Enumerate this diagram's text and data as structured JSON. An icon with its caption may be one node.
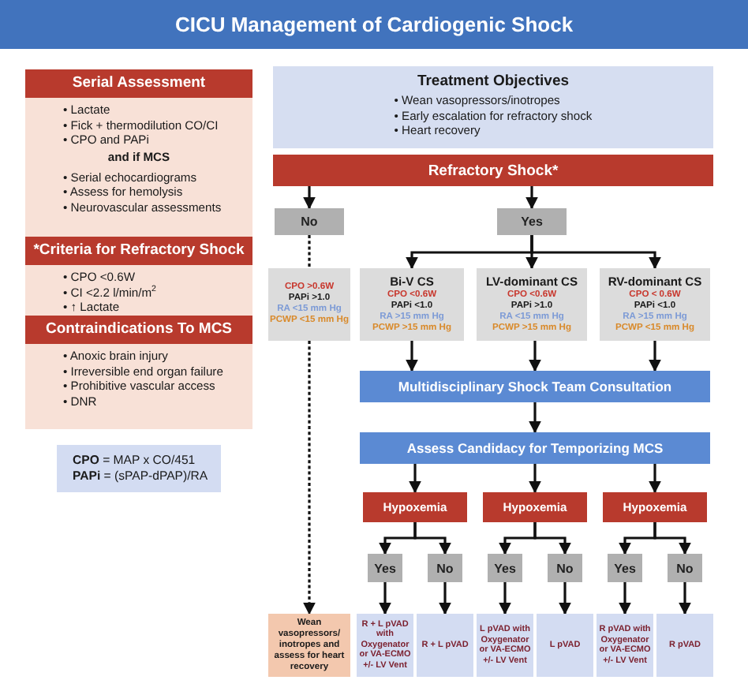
{
  "diagram": {
    "title": "CICU Management of Cardiogenic Shock",
    "nodes": [
      {
        "text": [
          "Serial Assessment",
          "• Lactate",
          "• Fick + thermodilution CO/CI",
          "• CPO and PAPi",
          "and if MCS",
          "• Serial echocardiograms",
          "• Assess for hemolysis",
          "• Neurovascular assessments"
        ]
      },
      {
        "text": [
          "*Criteria for Refractory Shock",
          "• CPO <0.6W",
          "• CI <2.2 l/min/m$^{2}$",
          "• ↑ Lactate"
        ]
      },
      {
        "text": [
          "Contraindications To MCS",
          "• Anoxic brain injury",
          "• Irreversible end organ failure",
          "• Prohibitive vascular access",
          "• DNR"
        ]
      },
      {
        "text": [
          "**CPO** = MAP x CO/451",
          "**PAPi** = (sPAP-dPAP)/RA"
        ]
      },
      {
        "text": [
          "Treatment Objectives",
          "• Wean vasopressors/inotropes",
          "• Early escalation for refractory shock",
          "• Heart recovery"
        ]
      },
      {
        "text": [
          "Refractory Shock*"
        ]
      },
      {
        "text": [
          "No"
        ]
      },
      {
        "text": [
          "Yes"
        ]
      },
      {
        "text": [
          "CPO >0.6W",
          "PAPi >1.0",
          "RA <15 mm Hg",
          "PCWP <15 mm Hg"
        ]
      },
      {
        "text": [
          "Bi-V CS",
          "CPO <0.6W",
          "PAPi <1.0",
          "RA >15 mm Hg",
          "PCWP >15 mm Hg"
        ]
      },
      {
        "text": [
          "LV-dominant CS",
          "CPO <0.6W",
          "PAPi >1.0",
          "RA <15 mm Hg",
          "PCWP >15 mm Hg"
        ]
      },
      {
        "text": [
          "RV-dominant CS",
          "CPO < 0.6W",
          "PAPi <1.0",
          "RA >15 mm Hg",
          "PCWP <15 mm Hg"
        ]
      },
      {
        "text": [
          "Multidisciplinary Shock Team Consultation"
        ]
      },
      {
        "text": [
          "Assess Candidacy for Temporizing MCS"
        ]
      },
      {
        "text": [
          "Hypoxemia"
        ]
      },
      {
        "text": [
          "Hypoxemia"
        ]
      },
      {
        "text": [
          "Hypoxemia"
        ]
      },
      {
        "text": [
          "Yes"
        ]
      },
      {
        "text": [
          "No"
        ]
      },
      {
        "text": [
          "Yes"
        ]
      },
      {
        "text": [
          "No"
        ]
      },
      {
        "text": [
          "Yes"
        ]
      },
      {
        "text": [
          "No"
        ]
      },
      {
        "text": [
          "Wean vasopressors/ inotropes and assess for heart recovery"
        ]
      },
      {
        "text": [
          "R + L pVAD with Oxygenator or VA-ECMO +/- LV Vent"
        ]
      },
      {
        "text": [
          "R + L pVAD"
        ]
      },
      {
        "text": [
          "L pVAD with Oxygenator or VA-ECMO +/- LV Vent"
        ]
      },
      {
        "text": [
          "L pVAD"
        ]
      },
      {
        "text": [
          "R pVAD with Oxygenator or VA-ECMO +/- LV Vent"
        ]
      },
      {
        "text": [
          "R pVAD"
        ]
      }
    ],
    "edges": [
      {
        "from": 5,
        "to": 6,
        "arrow": "to"
      },
      {
        "from": 5,
        "to": 7,
        "arrow": "to"
      },
      {
        "from": 6,
        "to": 8,
        "arrow": "none",
        "style": "dashed"
      },
      {
        "from": 7,
        "to": 9,
        "arrow": "to"
      },
      {
        "from": 7,
        "to": 10,
        "arrow": "to"
      },
      {
        "from": 7,
        "to": 11,
        "arrow": "to"
      },
      {
        "from": 9,
        "to": 12,
        "arrow": "to"
      },
      {
        "from": 10,
        "to": 12,
        "arrow": "to"
      },
      {
        "from": 11,
        "to": 12,
        "arrow": "to"
      },
      {
        "from": 12,
        "to": 13,
        "arrow": "to"
      },
      {
        "from": 13,
        "to": 14,
        "arrow": "to"
      },
      {
        "from": 13,
        "to": 15,
        "arrow": "to"
      },
      {
        "from": 13,
        "to": 16,
        "arrow": "to"
      },
      {
        "from": 14,
        "to": 17,
        "arrow": "to"
      },
      {
        "from": 14,
        "to": 18,
        "arrow": "to"
      },
      {
        "from": 15,
        "to": 19,
        "arrow": "to"
      },
      {
        "from": 15,
        "to": 20,
        "arrow": "to"
      },
      {
        "from": 16,
        "to": 21,
        "arrow": "to"
      },
      {
        "from": 16,
        "to": 22,
        "arrow": "to"
      },
      {
        "from": 17,
        "to": 24,
        "arrow": "to"
      },
      {
        "from": 18,
        "to": 25,
        "arrow": "to"
      },
      {
        "from": 19,
        "to": 26,
        "arrow": "to"
      },
      {
        "from": 20,
        "to": 27,
        "arrow": "to"
      },
      {
        "from": 21,
        "to": 28,
        "arrow": "to"
      },
      {
        "from": 22,
        "to": 29,
        "arrow": "to"
      },
      {
        "from": 8,
        "to": 23,
        "arrow": "to",
        "style": "dashed"
      }
    ]
  }
}
